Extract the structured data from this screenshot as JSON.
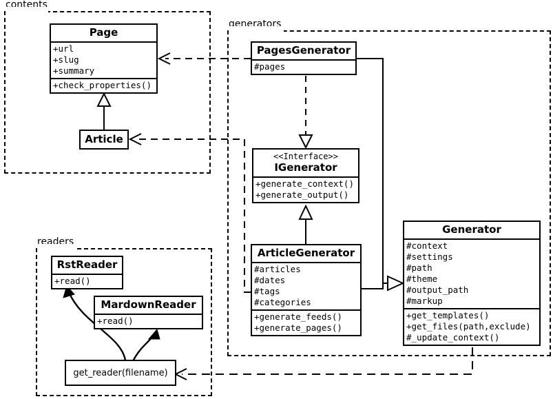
{
  "diagram": {
    "type": "uml-class-diagram",
    "packages": [
      {
        "id": "contents",
        "label": "contents"
      },
      {
        "id": "generators",
        "label": "generators"
      },
      {
        "id": "readers",
        "label": "readers"
      }
    ],
    "classes": {
      "page": {
        "name": "Page",
        "attributes": [
          "+url",
          "+slug",
          "+summary"
        ],
        "operations": [
          "+check_properties()"
        ]
      },
      "article": {
        "name": "Article",
        "attributes": [],
        "operations": []
      },
      "pages_generator": {
        "name": "PagesGenerator",
        "attributes": [
          "#pages"
        ],
        "operations": []
      },
      "igenerator": {
        "stereotype": "<<Interface>>",
        "name": "IGenerator",
        "attributes": [],
        "operations": [
          "+generate_context()",
          "+generate_output()"
        ]
      },
      "article_generator": {
        "name": "ArticleGenerator",
        "attributes": [
          "#articles",
          "#dates",
          "#tags",
          "#categories"
        ],
        "operations": [
          "+generate_feeds()",
          "+generate_pages()"
        ]
      },
      "generator": {
        "name": "Generator",
        "attributes": [
          "#context",
          "#settings",
          "#path",
          "#theme",
          "#output_path",
          "#markup"
        ],
        "operations": [
          "+get_templates()",
          "+get_files(path,exclude)",
          "#_update_context()"
        ]
      },
      "rst_reader": {
        "name": "RstReader",
        "attributes": [],
        "operations": [
          "+read()"
        ]
      },
      "mardown_reader": {
        "name": "MardownReader",
        "attributes": [],
        "operations": [
          "+read()"
        ]
      },
      "get_reader": {
        "name": "get_reader(filename)"
      }
    },
    "relations": [
      {
        "id": "article-inherits-page",
        "kind": "generalization",
        "from": "Article",
        "to": "Page"
      },
      {
        "id": "pagesgenerator-realizes-igenerator",
        "kind": "realization",
        "from": "PagesGenerator",
        "to": "IGenerator"
      },
      {
        "id": "articlegenerator-realizes-igenerator",
        "kind": "realization",
        "from": "ArticleGenerator",
        "to": "IGenerator"
      },
      {
        "id": "pagesgenerator-extends-generator",
        "kind": "generalization",
        "from": "PagesGenerator",
        "to": "Generator"
      },
      {
        "id": "articlegenerator-extends-generator",
        "kind": "generalization",
        "from": "ArticleGenerator",
        "to": "Generator"
      },
      {
        "id": "pagesgenerator-depends-page",
        "kind": "dependency",
        "from": "PagesGenerator",
        "to": "Page"
      },
      {
        "id": "articlegenerator-depends-article",
        "kind": "dependency",
        "from": "ArticleGenerator",
        "to": "Article"
      },
      {
        "id": "generator-depends-get_reader",
        "kind": "dependency",
        "from": "Generator",
        "to": "get_reader"
      },
      {
        "id": "get_reader-creates-rstreader",
        "kind": "usage",
        "from": "get_reader",
        "to": "RstReader"
      },
      {
        "id": "get_reader-creates-mardownreader",
        "kind": "usage",
        "from": "get_reader",
        "to": "MardownReader"
      }
    ],
    "colors": {
      "stroke": "#000000",
      "background": "#ffffff"
    }
  }
}
